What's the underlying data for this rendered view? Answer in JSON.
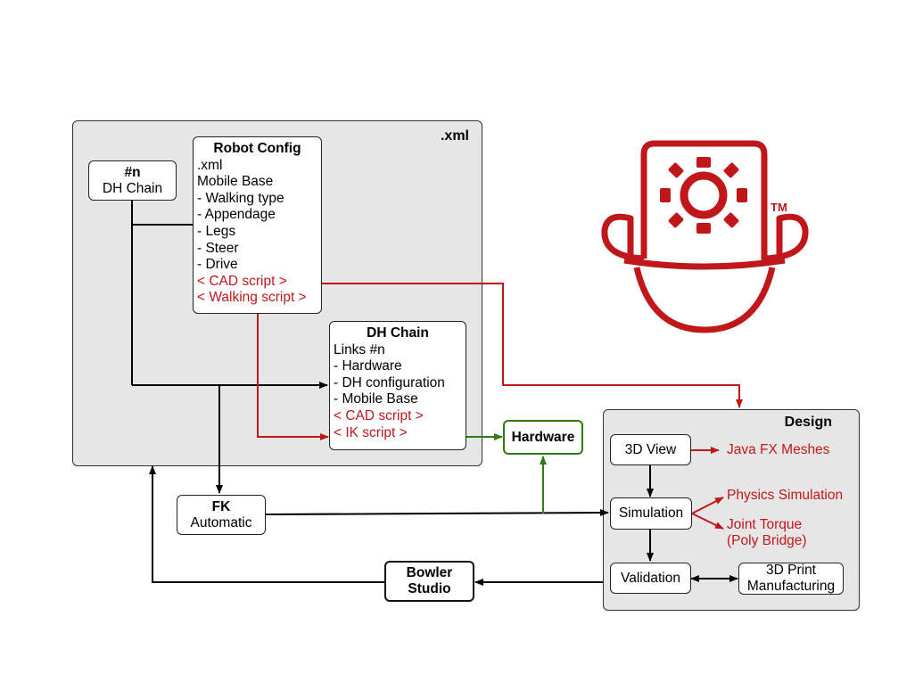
{
  "xml_group": {
    "title": ".xml"
  },
  "design_group": {
    "title": "Design"
  },
  "nodes": {
    "n_dh_chain": {
      "title": "#n",
      "subtitle": "DH Chain"
    },
    "robot_config": {
      "title": "Robot Config",
      "lines": [
        ".xml",
        "Mobile Base",
        "- Walking type",
        "- Appendage",
        "- Legs",
        "- Steer",
        "- Drive"
      ],
      "script_lines": [
        "< CAD script >",
        "< Walking script >"
      ]
    },
    "dh_chain": {
      "title": "DH Chain",
      "lines": [
        "Links #n",
        "- Hardware",
        "- DH configuration",
        "- Mobile Base"
      ],
      "script_lines": [
        "< CAD script >",
        "< IK script >"
      ]
    },
    "hardware": {
      "title": "Hardware"
    },
    "fk": {
      "title": "FK",
      "subtitle": "Automatic"
    },
    "bowler_studio": {
      "title": "Bowler",
      "subtitle": "Studio"
    },
    "view_3d": {
      "label": "3D View"
    },
    "simulation": {
      "label": "Simulation"
    },
    "validation": {
      "label": "Validation"
    },
    "print_3d": {
      "line1": "3D Print",
      "line2": "Manufacturing"
    }
  },
  "outputs": {
    "java_fx": "Java FX Meshes",
    "physics": "Physics Simulation",
    "joint_torque_1": "Joint Torque",
    "joint_torque_2": "(Poly Bridge)"
  },
  "logo": {
    "trademark": "TM"
  },
  "colors": {
    "red": "#c0171b",
    "green": "#2e7d0e",
    "black": "#000000",
    "group_fill": "#e6e6e6"
  }
}
